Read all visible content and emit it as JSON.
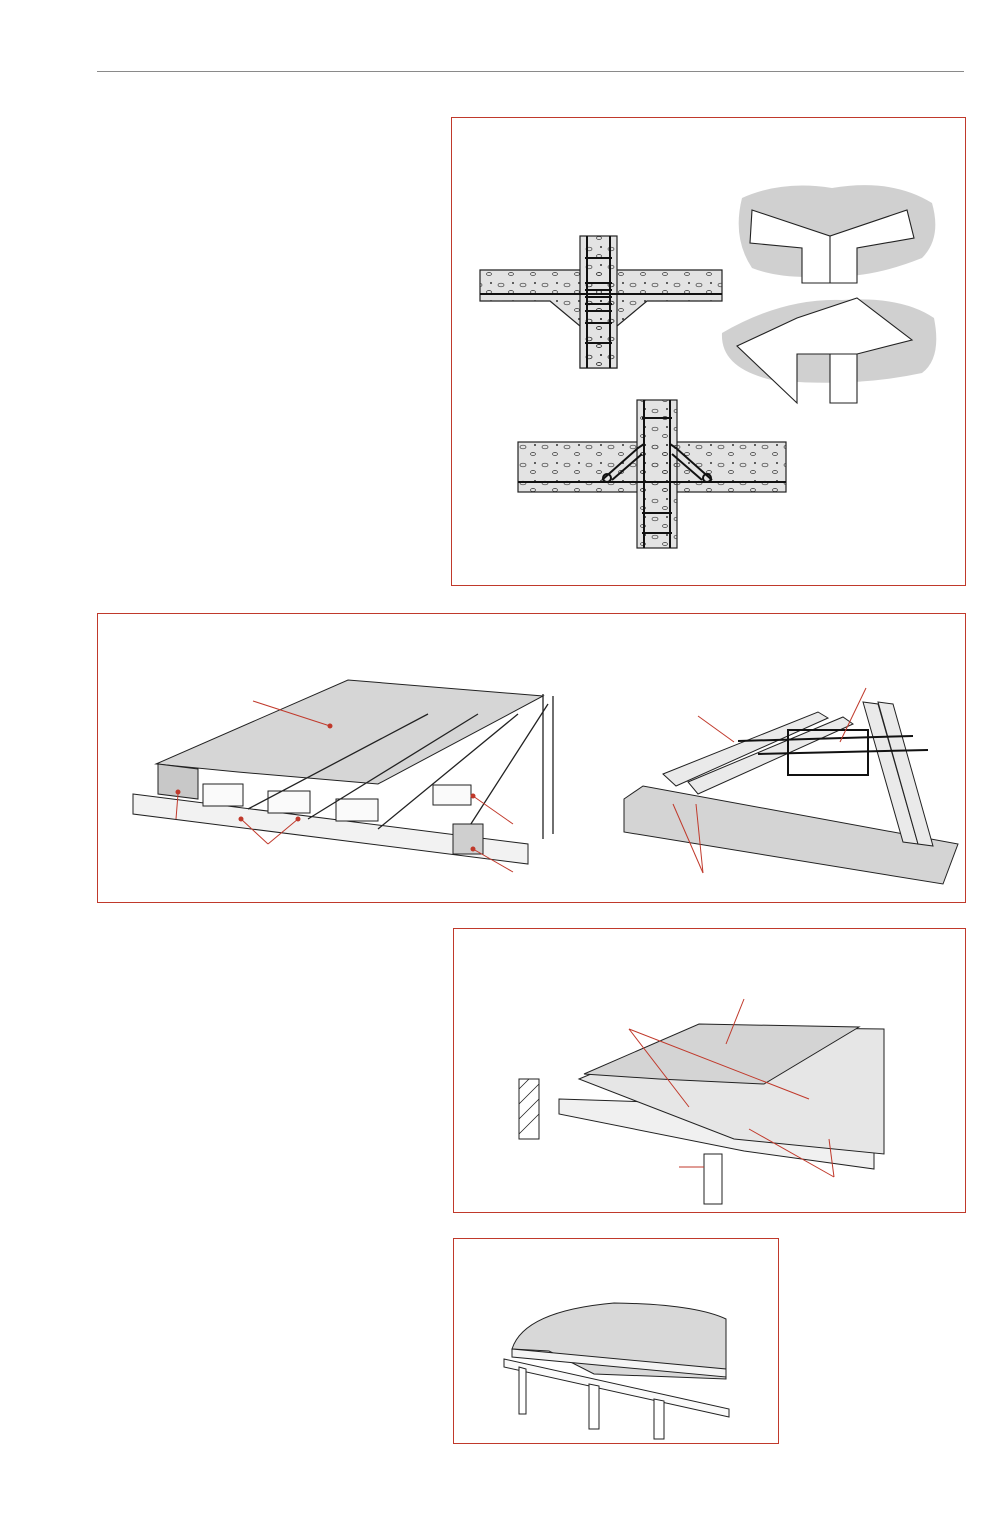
{
  "page": {
    "rule_color": "#8a8a8a",
    "frame_color": "#c0392b",
    "concrete_fill": "#e3e3e3",
    "leader_color": "#c0392b"
  },
  "figures": [
    {
      "id": "fig-slab-column-joints",
      "icons": [
        "column-section-straight-bars",
        "column-section-bent-bars",
        "column-capital-3d",
        "column-drop-panel-3d"
      ]
    },
    {
      "id": "fig-joist-block-floor",
      "icons": [
        "hollow-block-floor-3d",
        "precast-joist-cage-3d"
      ]
    },
    {
      "id": "fig-precast-plank-floor",
      "icons": [
        "precast-plank-with-topping-3d"
      ]
    },
    {
      "id": "fig-double-tee-floor",
      "icons": [
        "ribbed-slab-3d"
      ]
    }
  ]
}
